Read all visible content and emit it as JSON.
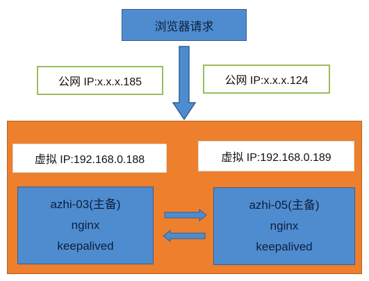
{
  "request": {
    "label": "浏览器请求"
  },
  "public_ips": [
    {
      "label": "公网 IP:x.x.x.185"
    },
    {
      "label": "公网 IP:x.x.x.124"
    }
  ],
  "virtual_ips": [
    {
      "label": "虚拟 IP:192.168.0.188"
    },
    {
      "label": "虚拟 IP:192.168.0.189"
    }
  ],
  "servers": [
    {
      "name": "azhi-03(主备)",
      "service1": "nginx",
      "service2": "keepalived"
    },
    {
      "name": "azhi-05(主备)",
      "service1": "nginx",
      "service2": "keepalived"
    }
  ],
  "colors": {
    "box_blue": "#4f8ccf",
    "orange": "#ee7f2c",
    "green_border": "#9bbb59"
  }
}
